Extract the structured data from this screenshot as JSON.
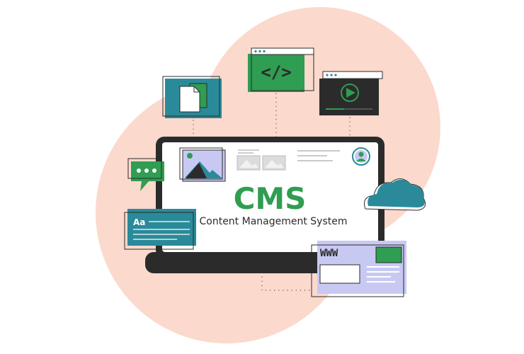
{
  "title": "CMS",
  "subtitle": "Content Management System",
  "widgets": {
    "text_card_label": "Aa",
    "web_card_label": "WWW",
    "code_glyph": "</>"
  },
  "icons": [
    "document-icon",
    "code-icon",
    "video-player-icon",
    "chat-bubble-icon",
    "text-format-icon",
    "cloud-icon",
    "website-card-icon",
    "image-icon",
    "user-avatar-icon"
  ],
  "colors": {
    "green": "#2f9d52",
    "teal": "#2a8a9a",
    "dark": "#2b2b2b",
    "peach": "#fbd9cc",
    "lavender": "#c8c9f3"
  }
}
